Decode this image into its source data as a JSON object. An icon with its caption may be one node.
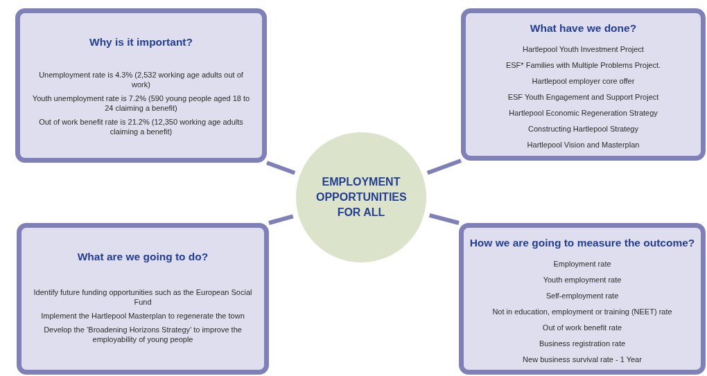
{
  "diagram": {
    "nodes": [
      {
        "text": [
          "EMPLOYMENT OPPORTUNITIES FOR ALL"
        ]
      },
      {
        "text": [
          "Why is it important?",
          "Unemployment rate is 4.3% (2,532 working age adults out of work)",
          "Youth unemployment rate is 7.2% (590 young people aged 18 to 24 claiming a benefit)",
          "Out of work benefit rate is 21.2% (12,350 working age adults claiming a benefit)"
        ]
      },
      {
        "text": [
          "What have we done?",
          "Hartlepool Youth Investment Project",
          "ESF* Families with Multiple Problems Project.",
          "Hartlepool employer core offer",
          "ESF Youth Engagement and Support Project",
          "Hartlepool Economic Regeneration Strategy",
          "Constructing Hartlepool Strategy",
          "Hartlepool Vision and Masterplan"
        ]
      },
      {
        "text": [
          "What are we going to do?",
          "Identify future funding opportunities such as the European Social Fund",
          "Implement the Hartlepool Masterplan to regenerate the town",
          "Develop the ‘Broadening Horizons Strategy’ to improve the employability of young people"
        ]
      },
      {
        "text": [
          "How we are going to measure the outcome?",
          "Employment rate",
          "Youth employment rate",
          "Self-employment rate",
          "Not in education, employment or training (NEET) rate",
          "Out of work benefit rate",
          "Business registration rate",
          "New business survival rate - 1 Year"
        ]
      }
    ],
    "edges": [
      {
        "from": 0,
        "to": 1,
        "arrow": "none"
      },
      {
        "from": 0,
        "to": 2,
        "arrow": "none"
      },
      {
        "from": 0,
        "to": 3,
        "arrow": "none"
      },
      {
        "from": 0,
        "to": 4,
        "arrow": "none"
      }
    ]
  }
}
